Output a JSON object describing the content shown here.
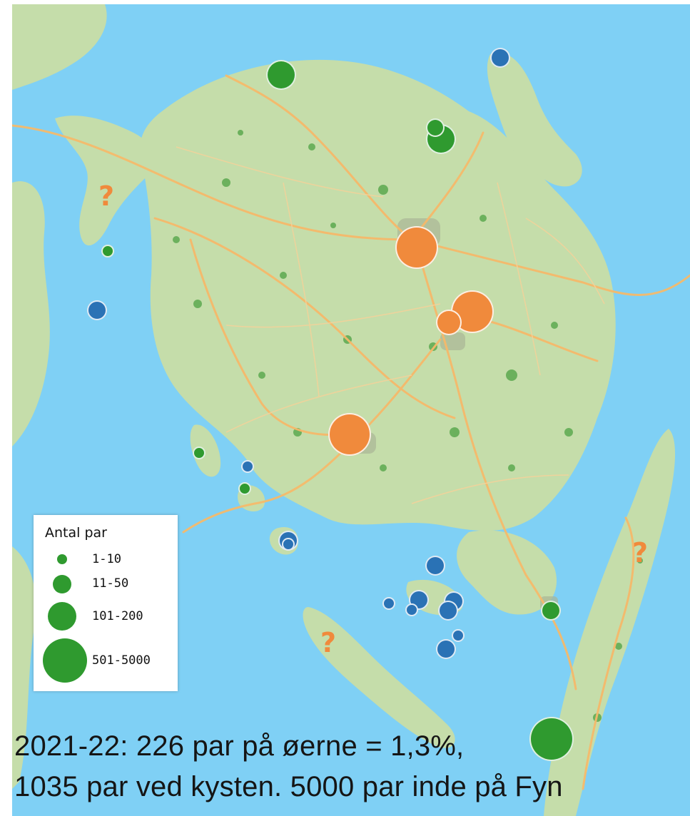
{
  "legend": {
    "title": "Antal par",
    "items": [
      {
        "label": "1-10"
      },
      {
        "label": "11-50"
      },
      {
        "label": "101-200"
      },
      {
        "label": "501-5000"
      }
    ]
  },
  "caption": {
    "line1": "2021-22: 226 par på øerne = 1,3%,",
    "line2": "1035 par ved kysten. 5000 par inde på Fyn"
  },
  "unknown_symbol": "?",
  "colors": {
    "water": "#7fd0f5",
    "land": "#c3dca7",
    "forest": "#3f9a3a",
    "road": "#f6b96a",
    "green_marker": "#2f9a2f",
    "blue_marker": "#2a72b5",
    "orange_marker": "#f08a3c"
  },
  "marker_categories": {
    "green": "island colonies",
    "blue": "coastal colonies",
    "orange": "inland colonies"
  }
}
